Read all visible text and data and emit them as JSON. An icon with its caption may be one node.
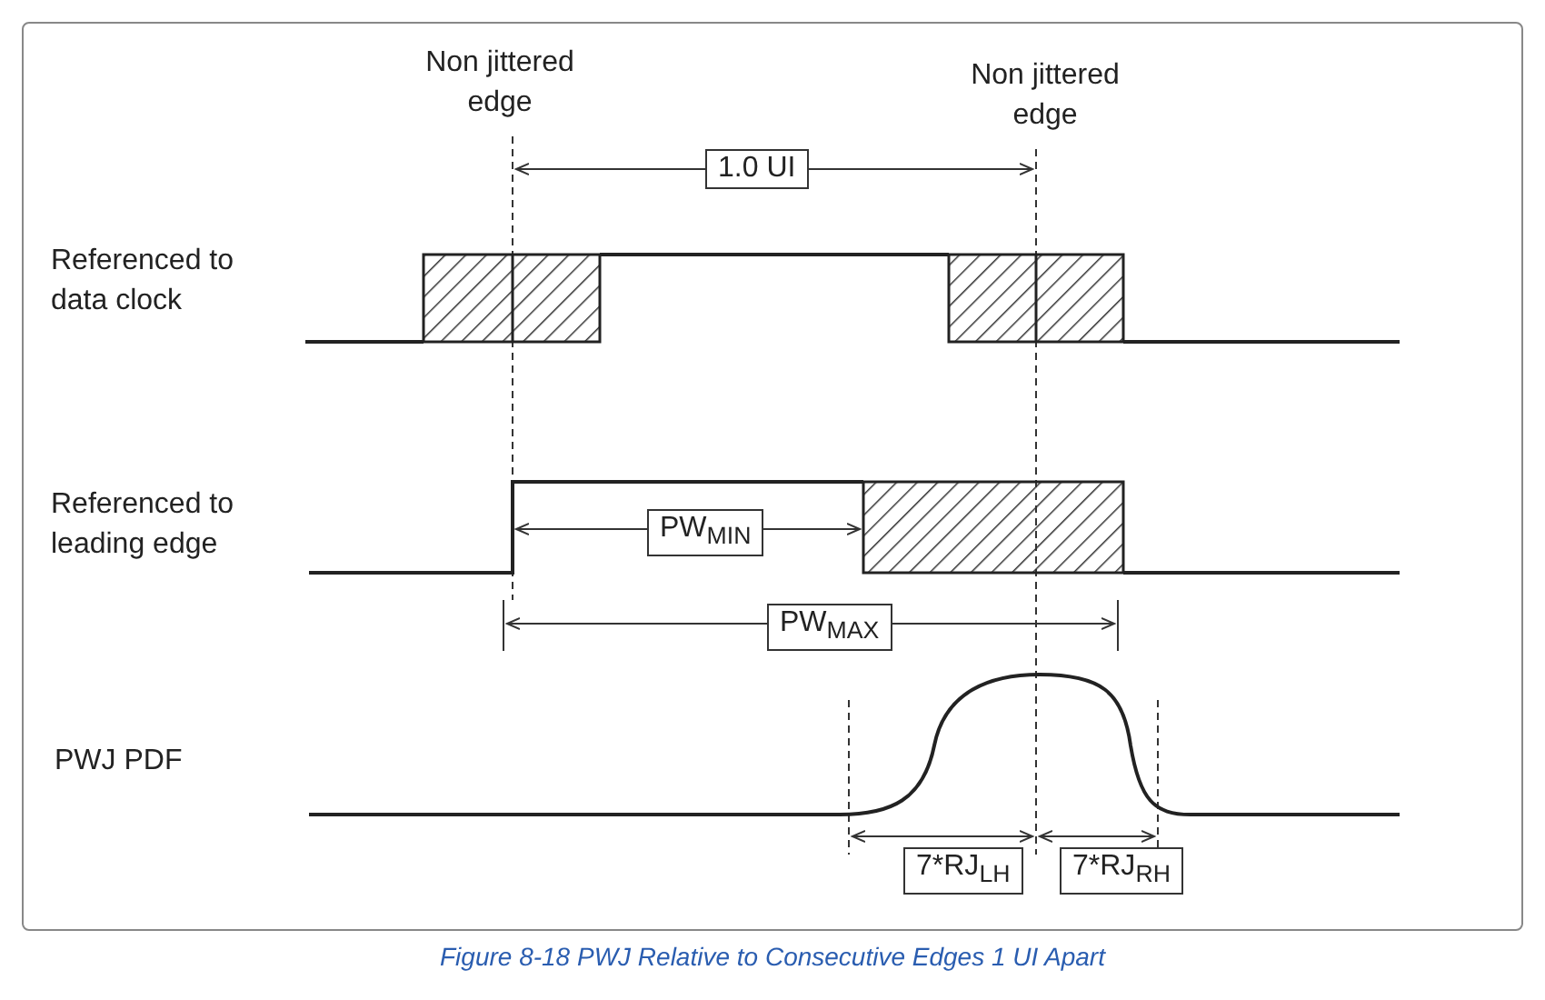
{
  "diagram": {
    "caption": "Figure 8-18 PWJ Relative to Consecutive Edges 1 UI Apart",
    "labels": [
      "Non jittered edge",
      "Non jittered edge",
      "1.0 UI",
      "Referenced to data clock",
      "Referenced to leading edge",
      "PW$_{MIN}$",
      "PW$_{MAX}$",
      "PWJ PDF",
      "7*RJ$_{LH}$",
      "7*RJ$_{RH}$"
    ]
  }
}
